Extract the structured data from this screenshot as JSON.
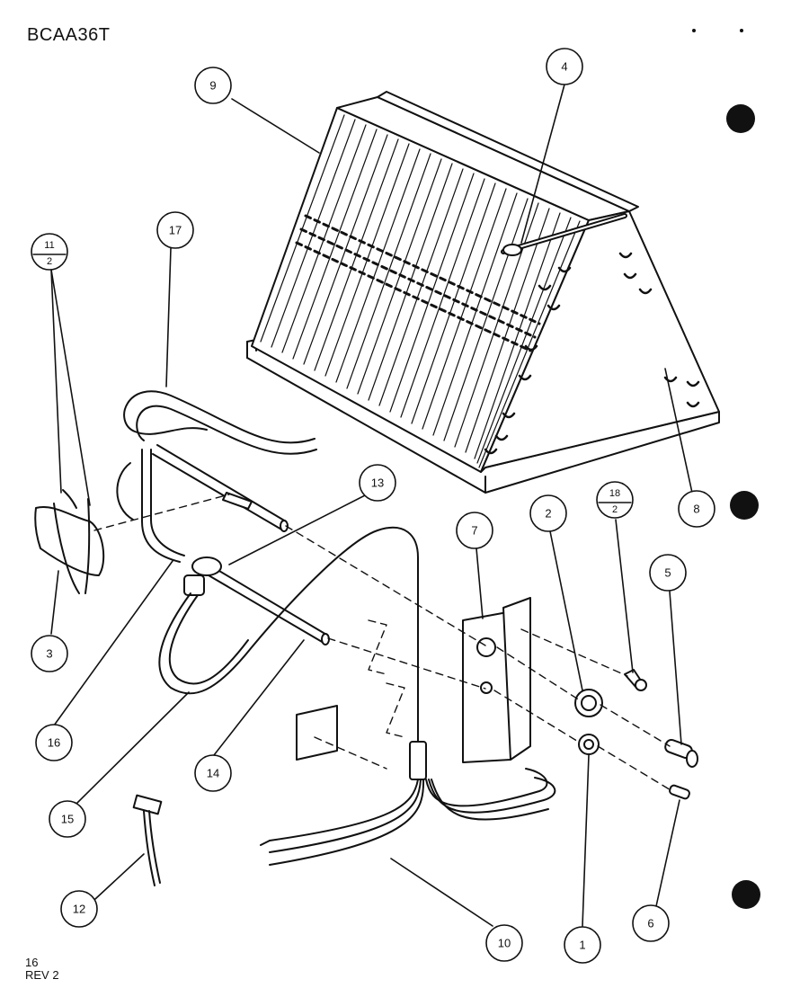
{
  "diagram": {
    "model_label": "BCAA36T",
    "footer": {
      "line1": "16",
      "line2": "REV 2"
    },
    "callouts": {
      "c1": "1",
      "c2": "2",
      "c3": "3",
      "c4": "4",
      "c5": "5",
      "c6": "6",
      "c7": "7",
      "c8": "8",
      "c9": "9",
      "c10": "10",
      "c11_top": "11",
      "c11_bottom": "2",
      "c12": "12",
      "c13": "13",
      "c14": "14",
      "c15": "15",
      "c16": "16",
      "c17": "17",
      "c18_top": "18",
      "c18_bottom": "2"
    }
  }
}
